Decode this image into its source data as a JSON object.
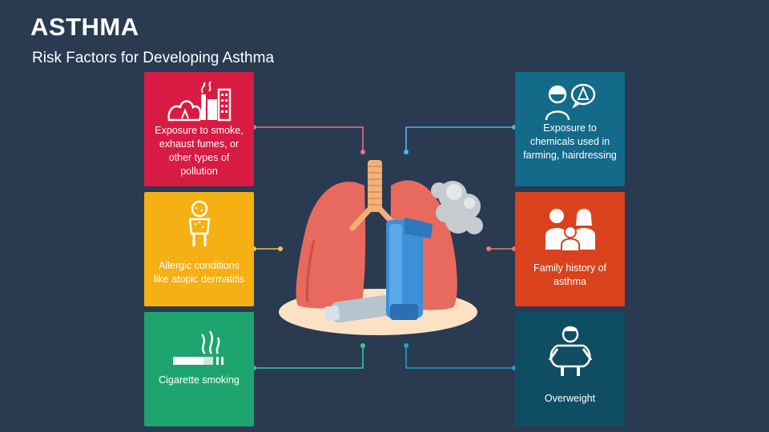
{
  "slide": {
    "title": "ASTHMA",
    "subtitle": "Risk Factors for Developing Asthma"
  },
  "factors": {
    "pollution": {
      "text": "Exposure to smoke, exhaust fumes, or other types of pollution",
      "color": "#d81b43",
      "icon": "factory-pollution-icon"
    },
    "allergic": {
      "text": "Allergic conditions like atopic dermatitis",
      "color": "#f5b014",
      "icon": "child-rash-icon"
    },
    "smoking": {
      "text": "Cigarette smoking",
      "color": "#1ea56f",
      "icon": "cigarette-icon"
    },
    "chemicals": {
      "text": "Exposure to chemicals used in farming, hairdressing",
      "color": "#136a89",
      "icon": "hairdresser-chemicals-icon"
    },
    "family": {
      "text": "Family history of asthma",
      "color": "#d9421d",
      "icon": "family-icon"
    },
    "overweight": {
      "text": "Overweight",
      "color": "#0f4d63",
      "icon": "overweight-person-icon"
    }
  },
  "colors": {
    "background": "#293a51",
    "connector_pink": "#e8708a",
    "connector_blue": "#4fb5e8",
    "connector_yellow": "#f5c242",
    "connector_salmon": "#ee7b66",
    "connector_green": "#35c99b",
    "connector_teal": "#2a9fc9"
  }
}
